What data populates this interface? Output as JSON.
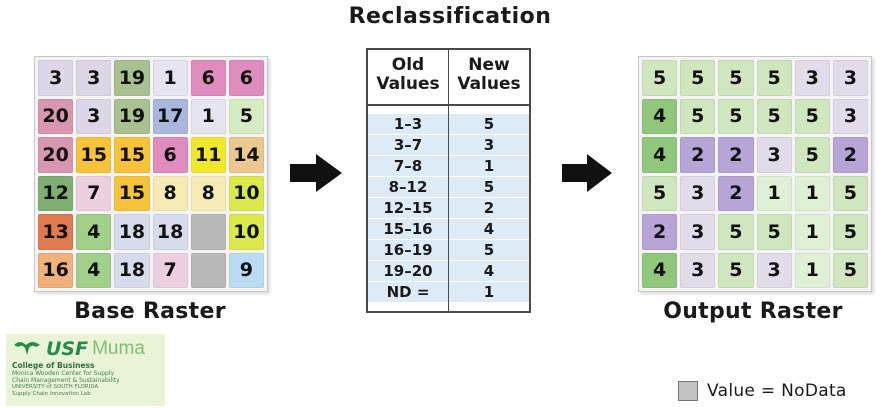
{
  "title": "Reclassification",
  "base": {
    "caption": "Base Raster",
    "cells": [
      {
        "v": "3",
        "c": "#dcd6e6"
      },
      {
        "v": "3",
        "c": "#dcd6e6"
      },
      {
        "v": "19",
        "c": "#a9c191"
      },
      {
        "v": "1",
        "c": "#e6e4ef"
      },
      {
        "v": "6",
        "c": "#e08cbf"
      },
      {
        "v": "6",
        "c": "#e08cbf"
      },
      {
        "v": "20",
        "c": "#d897b1"
      },
      {
        "v": "3",
        "c": "#dcd6e6"
      },
      {
        "v": "19",
        "c": "#a9c191"
      },
      {
        "v": "17",
        "c": "#a9b7dc"
      },
      {
        "v": "1",
        "c": "#e6e4ef"
      },
      {
        "v": "5",
        "c": "#d7ebc2"
      },
      {
        "v": "20",
        "c": "#d897b1"
      },
      {
        "v": "15",
        "c": "#f6c33a"
      },
      {
        "v": "15",
        "c": "#f6c33a"
      },
      {
        "v": "6",
        "c": "#e08cbf"
      },
      {
        "v": "11",
        "c": "#f1e82c"
      },
      {
        "v": "14",
        "c": "#ecc891"
      },
      {
        "v": "12",
        "c": "#7faf72"
      },
      {
        "v": "7",
        "c": "#ecd0e2"
      },
      {
        "v": "15",
        "c": "#f6c33a"
      },
      {
        "v": "8",
        "c": "#f6ecb3"
      },
      {
        "v": "8",
        "c": "#f6ecb3"
      },
      {
        "v": "10",
        "c": "#dce94a"
      },
      {
        "v": "13",
        "c": "#e27a50"
      },
      {
        "v": "4",
        "c": "#a2cf8a"
      },
      {
        "v": "18",
        "c": "#d6dcec"
      },
      {
        "v": "18",
        "c": "#d6dcec"
      },
      {
        "v": "",
        "c": "#b9b9b9"
      },
      {
        "v": "10",
        "c": "#dce94a"
      },
      {
        "v": "16",
        "c": "#f0b27a"
      },
      {
        "v": "4",
        "c": "#a2cf8a"
      },
      {
        "v": "18",
        "c": "#d6dcec"
      },
      {
        "v": "7",
        "c": "#ecd0e2"
      },
      {
        "v": "",
        "c": "#b9b9b9"
      },
      {
        "v": "9",
        "c": "#b9dcf2"
      }
    ]
  },
  "table": {
    "headers": [
      "Old\nValues",
      "New\nValues"
    ],
    "rows": [
      [
        "1–3",
        "5"
      ],
      [
        "3–7",
        "3"
      ],
      [
        "7–8",
        "1"
      ],
      [
        "8–12",
        "5"
      ],
      [
        "12–15",
        "2"
      ],
      [
        "15–16",
        "4"
      ],
      [
        "16–19",
        "5"
      ],
      [
        "19–20",
        "4"
      ],
      [
        "ND =",
        "1"
      ]
    ]
  },
  "output": {
    "caption": "Output Raster",
    "values": [
      "5",
      "5",
      "5",
      "5",
      "3",
      "3",
      "4",
      "5",
      "5",
      "5",
      "5",
      "3",
      "4",
      "2",
      "2",
      "3",
      "5",
      "2",
      "5",
      "3",
      "2",
      "1",
      "1",
      "5",
      "2",
      "3",
      "5",
      "5",
      "1",
      "5",
      "4",
      "3",
      "5",
      "3",
      "1",
      "5"
    ],
    "palette": {
      "1": "#dff0d4",
      "2": "#b6a5d6",
      "3": "#e2dbea",
      "4": "#91c77c",
      "5": "#cfe6bf"
    }
  },
  "logo": {
    "usf": "USF",
    "muma": "Muma",
    "line1": "College of Business",
    "line2": "Monica Wooden Center for Supply",
    "line3": "Chain Management & Sustainability",
    "line4": "UNIVERSITY of SOUTH FLORIDA",
    "line5": "Supply Chain Innovation Lab"
  },
  "legend": {
    "label": "Value = NoData",
    "swatch_color": "#c4c4c4"
  }
}
